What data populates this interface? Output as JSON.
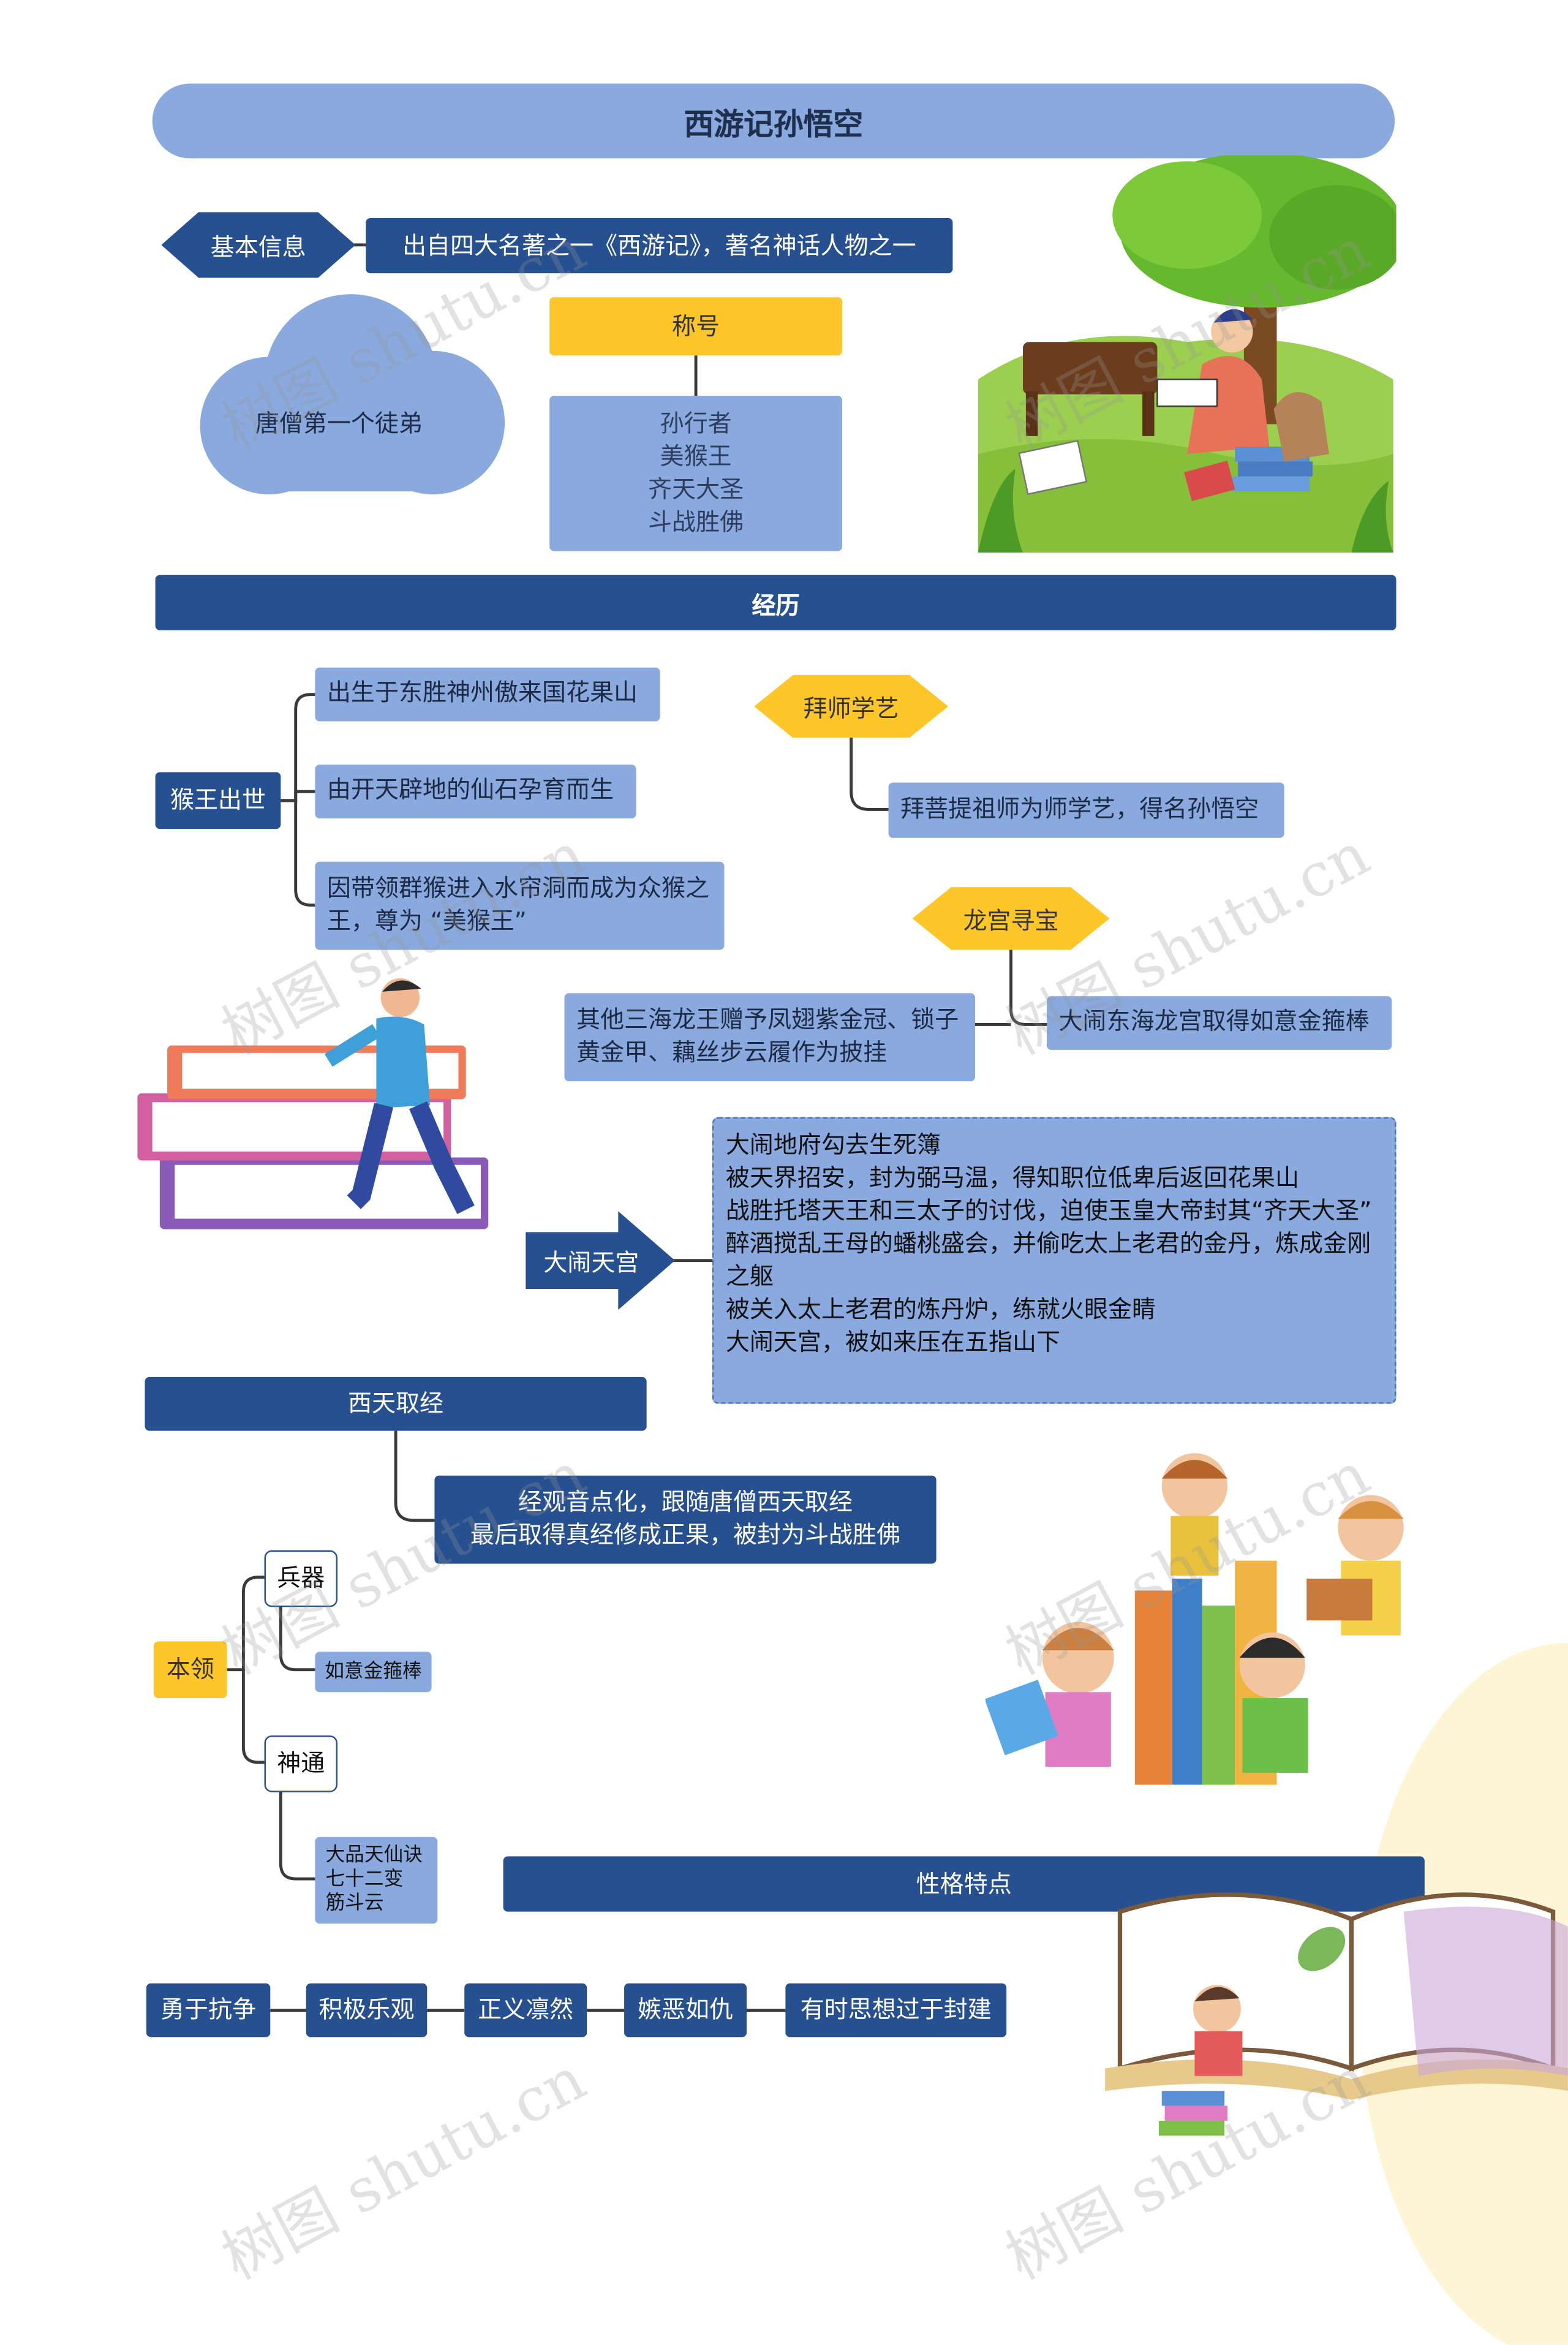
{
  "title": "西游记孙悟空",
  "basic": {
    "label": "基本信息",
    "desc": "出自四大名著之一《西游记》，著名神话人物之一",
    "disciple": "唐僧第一个徒弟",
    "titles_header": "称号",
    "titles": [
      "孙行者",
      "美猴王",
      "齐天大圣",
      "斗战胜佛"
    ]
  },
  "experience": {
    "header": "经历",
    "birth": {
      "label": "猴王出世",
      "items": [
        "出生于东胜神州傲来国花果山",
        "由开天辟地的仙石孕育而生",
        "因带领群猴进入水帘洞而成为众猴之王，尊为 “美猴王”"
      ]
    },
    "apprentice": {
      "label": "拜师学艺",
      "item": "拜菩提祖师为师学艺，得名孙悟空"
    },
    "dragon": {
      "label": "龙宫寻宝",
      "items": [
        "大闹东海龙宫取得如意金箍棒",
        "其他三海龙王赠予凤翅紫金冠、锁子黄金甲、藕丝步云履作为披挂"
      ]
    },
    "havoc": {
      "label": "大闹天宫",
      "items": [
        "大闹地府勾去生死簿",
        "被天界招安，封为弼马温，得知职位低卑后返回花果山",
        "战胜托塔天王和三太子的讨伐，迫使玉皇大帝封其“齐天大圣”",
        "醉酒搅乱王母的蟠桃盛会，并偷吃太上老君的金丹，炼成金刚之躯",
        "被关入太上老君的炼丹炉，练就火眼金睛",
        "大闹天宫，被如来压在五指山下"
      ]
    }
  },
  "journey": {
    "label": "西天取经",
    "items": [
      "经观音点化，跟随唐僧西天取经",
      "最后取得真经修成正果，被封为斗战胜佛"
    ]
  },
  "skills": {
    "label": "本领",
    "weapon_label": "兵器",
    "weapon": "如意金箍棒",
    "magic_label": "神通",
    "magic": [
      "大品天仙诀",
      "七十二变",
      "筋斗云"
    ]
  },
  "traits": {
    "header": "性格特点",
    "items": [
      "勇于抗争",
      "积极乐观",
      "正义凛然",
      "嫉恶如仇",
      "有时思想过于封建"
    ]
  },
  "watermark": "树图 shutu.cn",
  "colors": {
    "navy": "#26508F",
    "light_blue": "#8AA9DE",
    "yellow": "#FFC629",
    "title_bar": "#8AA9DE"
  }
}
